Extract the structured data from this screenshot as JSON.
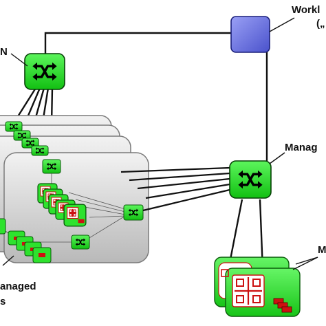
{
  "labels": {
    "workload_line1": "Workl",
    "workload_line2": "(„",
    "left_switch": "N",
    "managed_switch": "Manag",
    "managed_nodes": "M",
    "unmanaged_line1": "anaged",
    "unmanaged_line2": "s"
  },
  "icons": {
    "workload_server": "server-box-icon",
    "switch": "switch-crossed-arrows-icon",
    "node": "node-grid-icon",
    "disk": "disk-stack-icon"
  },
  "colors": {
    "switch_green": "#22dd22",
    "server_blue": "#6f76e6",
    "node_green": "#2ee22e",
    "node_grid_red": "#cc1111",
    "panel_gray": "#cfcfcf",
    "link_black": "#111111"
  }
}
